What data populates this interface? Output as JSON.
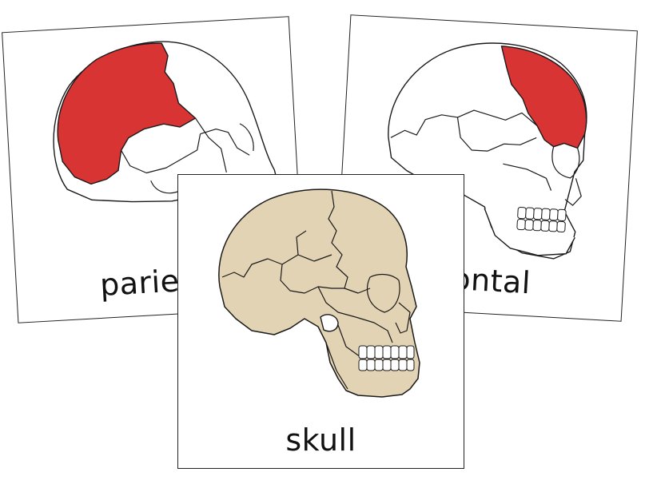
{
  "cards": {
    "left": {
      "label": "parietal",
      "highlight": "parietal bone",
      "color": "#d93434"
    },
    "right": {
      "label": "frontal",
      "highlight": "frontal bone",
      "color": "#d93434"
    },
    "center": {
      "label": "skull",
      "fill_color": "#e2d3b4"
    }
  }
}
